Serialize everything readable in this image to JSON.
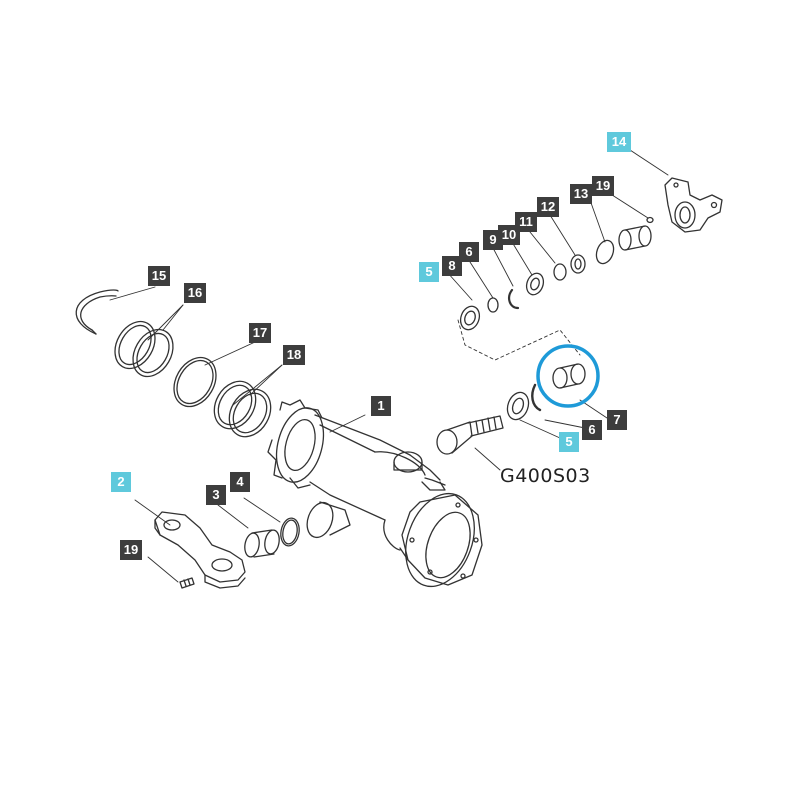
{
  "diagram": {
    "code": "G400S03",
    "colors": {
      "ink": "#333333",
      "tag_dark": "#3d3d3d",
      "tag_cyan": "#5fc9dc",
      "highlight": "#1e9ad8"
    },
    "callouts": [
      {
        "id": "c1",
        "label": "1",
        "style": "dark"
      },
      {
        "id": "c2",
        "label": "2",
        "style": "cyan"
      },
      {
        "id": "c3",
        "label": "3",
        "style": "dark"
      },
      {
        "id": "c4",
        "label": "4",
        "style": "dark"
      },
      {
        "id": "c5a",
        "label": "5",
        "style": "cyan"
      },
      {
        "id": "c5b",
        "label": "5",
        "style": "cyan"
      },
      {
        "id": "c6a",
        "label": "6",
        "style": "dark"
      },
      {
        "id": "c6b",
        "label": "6",
        "style": "dark"
      },
      {
        "id": "c7",
        "label": "7",
        "style": "dark"
      },
      {
        "id": "c8",
        "label": "8",
        "style": "dark"
      },
      {
        "id": "c9",
        "label": "9",
        "style": "dark"
      },
      {
        "id": "c10",
        "label": "10",
        "style": "dark"
      },
      {
        "id": "c11",
        "label": "11",
        "style": "dark"
      },
      {
        "id": "c12",
        "label": "12",
        "style": "dark"
      },
      {
        "id": "c13",
        "label": "13",
        "style": "dark"
      },
      {
        "id": "c14",
        "label": "14",
        "style": "cyan"
      },
      {
        "id": "c15",
        "label": "15",
        "style": "dark"
      },
      {
        "id": "c16",
        "label": "16",
        "style": "dark"
      },
      {
        "id": "c17",
        "label": "17",
        "style": "dark"
      },
      {
        "id": "c18",
        "label": "18",
        "style": "dark"
      },
      {
        "id": "c19a",
        "label": "19",
        "style": "dark"
      },
      {
        "id": "c19b",
        "label": "19",
        "style": "dark"
      }
    ]
  }
}
